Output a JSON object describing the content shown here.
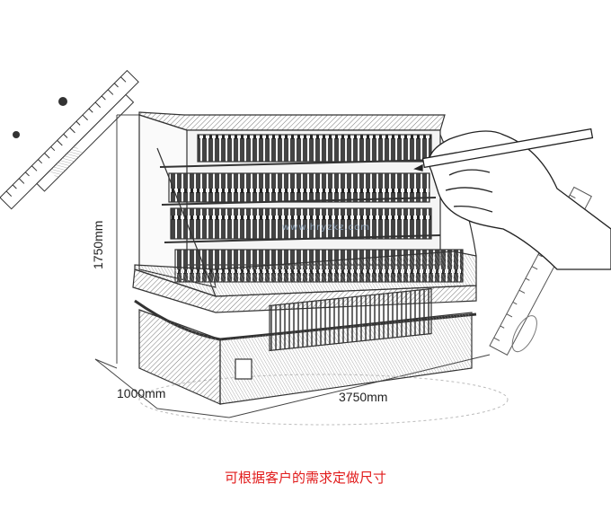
{
  "dimensions": {
    "height": "1750mm",
    "depth": "1000mm",
    "width": "3750mm"
  },
  "caption": "可根据客户的需求定做尺寸",
  "watermark_url": "www.hryzkz.com",
  "colors": {
    "caption": "#e11b1b",
    "sketch": "#333333"
  }
}
